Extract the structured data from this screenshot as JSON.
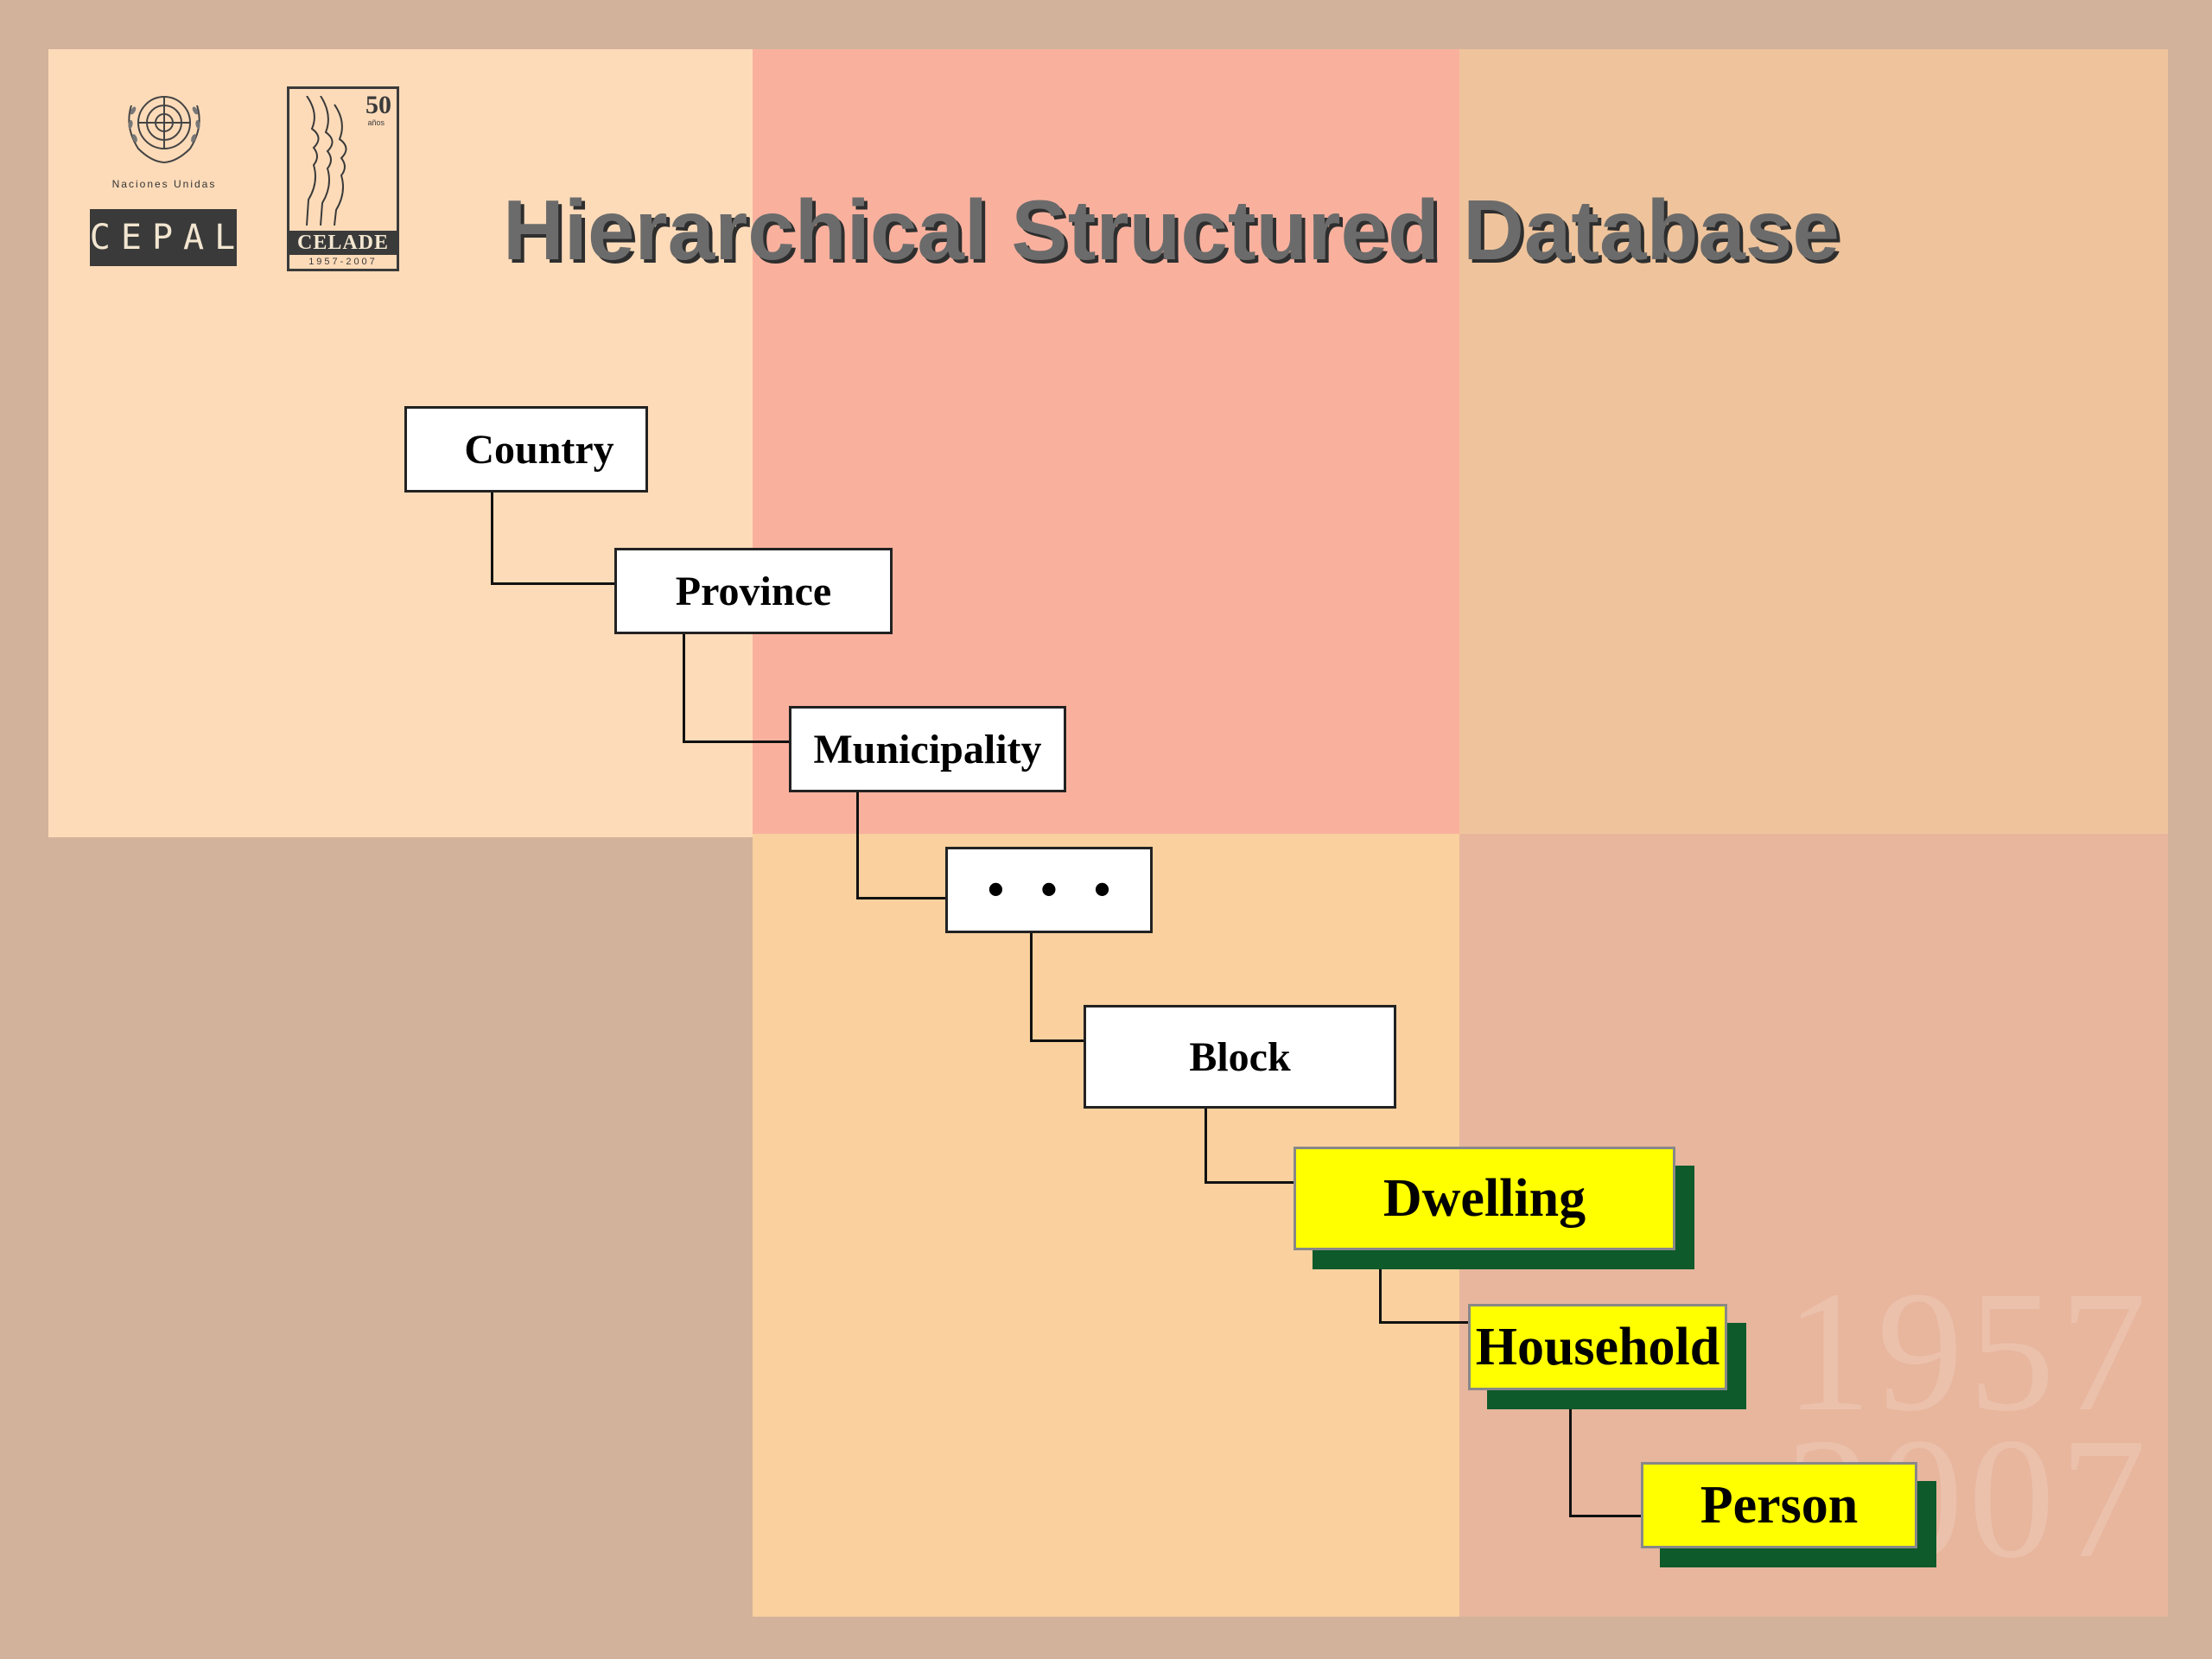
{
  "title": "Hierarchical Structured Database",
  "logos": {
    "un_caption": "Naciones Unidas",
    "cepal": "CEPAL",
    "celade_number": "50",
    "celade_anos": "años",
    "celade": "CELADE",
    "celade_years": "1957-2007"
  },
  "watermark": {
    "line1": "1957",
    "line2": "2007"
  },
  "hierarchy": {
    "levels": [
      {
        "label": "Country",
        "highlighted": false
      },
      {
        "label": "Province",
        "highlighted": false
      },
      {
        "label": "Municipality",
        "highlighted": false
      },
      {
        "label": "• • •",
        "highlighted": false
      },
      {
        "label": "Block",
        "highlighted": false
      },
      {
        "label": "Dwelling",
        "highlighted": true
      },
      {
        "label": "Household",
        "highlighted": true
      },
      {
        "label": "Person",
        "highlighted": true
      }
    ]
  },
  "colors": {
    "background": "#d3b29b",
    "highlight_fill": "#ffff00",
    "highlight_shadow": "#0e5a2a",
    "title": "#6b6b6b"
  }
}
